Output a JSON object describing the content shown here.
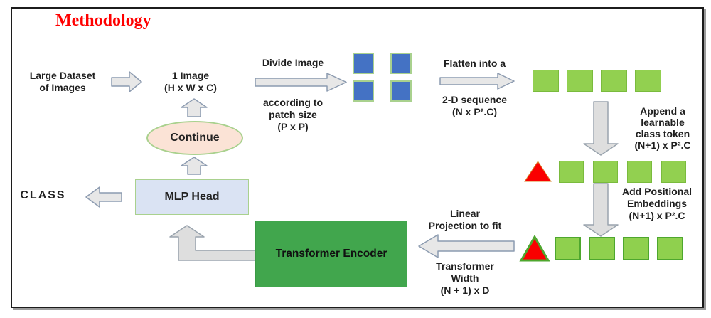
{
  "title": "Methodology",
  "colors": {
    "title_red": "#ff0000",
    "patch_blue": "#4472c4",
    "token_green": "#92d050",
    "token_dark_green_border": "#4ea72e",
    "class_token_red": "#fa0000",
    "encoder_green": "#41a64d",
    "mlp_fill": "#dae3f3",
    "continue_fill": "#fbe3d6",
    "shape_green_border": "#a9d18e",
    "arrow_fill": "#e7e7e7",
    "arrow_stroke": "#8c9bb0"
  },
  "flow": {
    "large_dataset": {
      "line1": "Large Dataset",
      "line2": "of Images"
    },
    "one_image": {
      "line1": "1 Image",
      "line2": "(H x W x C)"
    },
    "divide_image": {
      "label_top": "Divide Image",
      "below1": "according to",
      "below2": "patch size",
      "below3": "(P x P)"
    },
    "flatten": {
      "label_top": "Flatten into a",
      "below1": "2-D sequence",
      "below2": "(N x P².C)"
    },
    "append_class_token": {
      "line1": "Append a",
      "line2": "learnable",
      "line3": "class token",
      "line4": "(N+1) x P².C"
    },
    "add_positional": {
      "line1": "Add Positional",
      "line2": "Embeddings",
      "line3": "(N+1) x P².C"
    },
    "linear_projection": {
      "above1": "Linear",
      "above2": "Projection to fit",
      "below1": "Transformer",
      "below2": "Width",
      "below3": "(N + 1) x D"
    },
    "transformer_encoder": {
      "label": "Transformer Encoder"
    },
    "mlp_head": {
      "label": "MLP Head"
    },
    "continue_node": {
      "label": "Continue"
    },
    "class_output": {
      "label": "CLASS"
    }
  },
  "shapes": {
    "patch_grid": {
      "count": 4
    },
    "token_rows": {
      "flatten_row": {
        "count": 4
      },
      "class_token_row": {
        "count": 4,
        "class_token": "red-triangle"
      },
      "positional_row": {
        "count": 4,
        "class_token": "red-triangle-green-border"
      }
    }
  }
}
